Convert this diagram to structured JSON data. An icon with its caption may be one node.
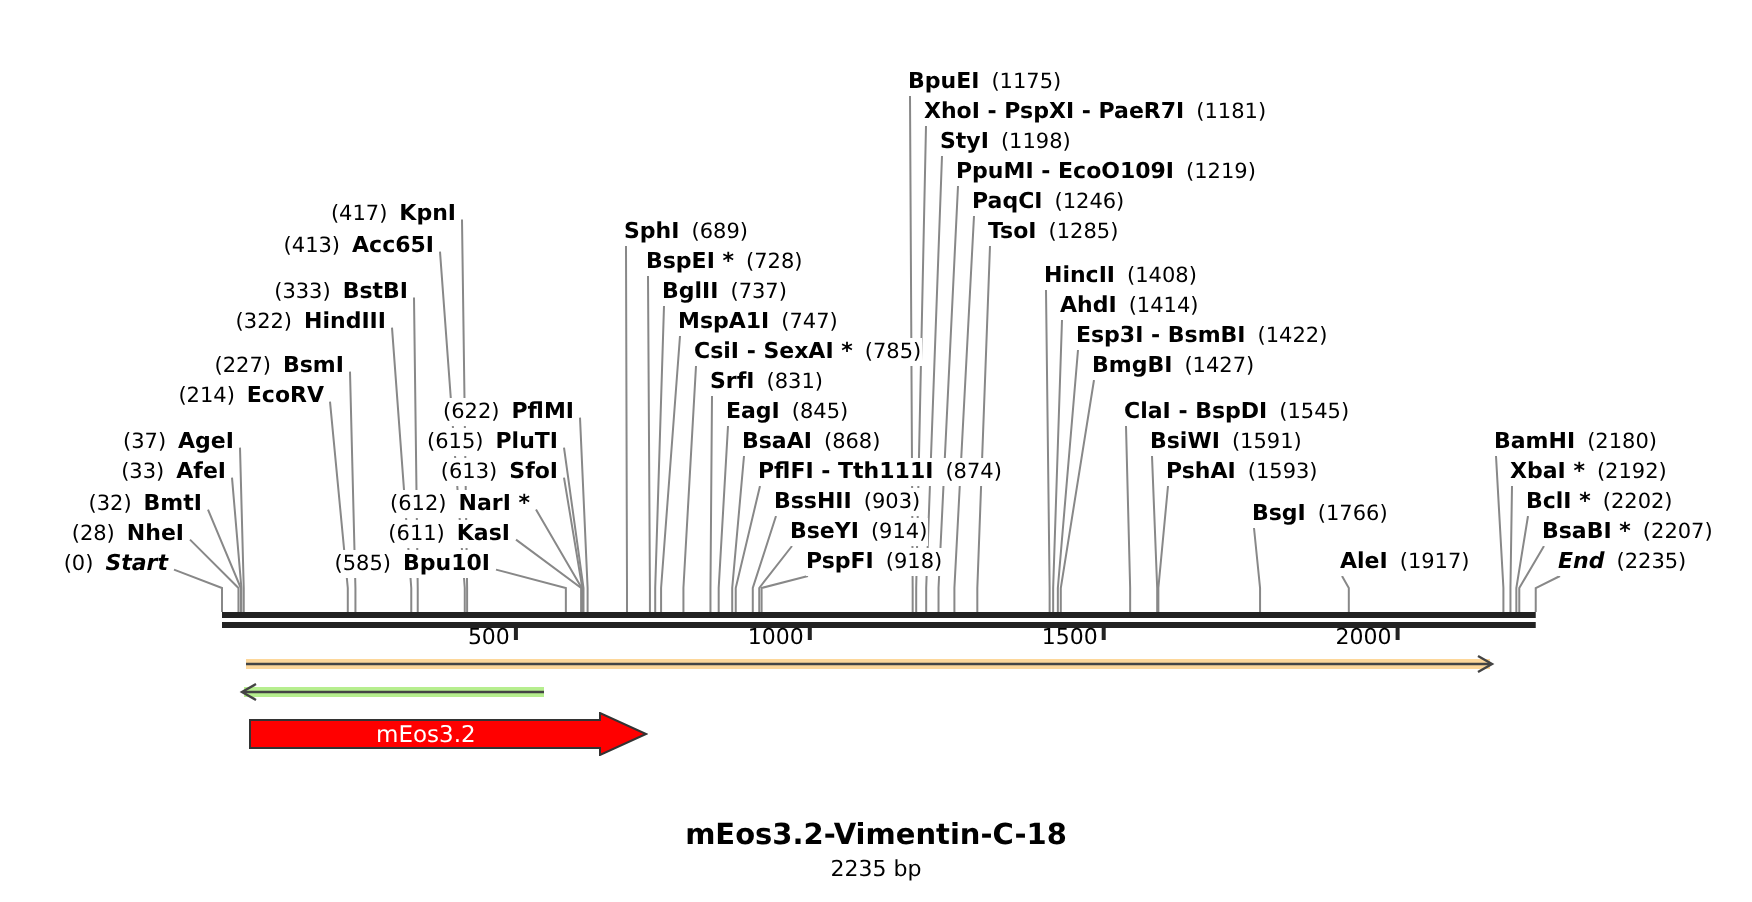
{
  "diagram": {
    "title": "mEos3.2-Vimentin-C-18",
    "caption": "2235 bp",
    "nodes": [
      {
        "text": [
          "(0)",
          "Start"
        ]
      },
      {
        "text": [
          "(28)",
          "NheI"
        ]
      },
      {
        "text": [
          "(32)",
          "BmtI"
        ]
      },
      {
        "text": [
          "(33)",
          "AfeI"
        ]
      },
      {
        "text": [
          "(37)",
          "AgeI"
        ]
      },
      {
        "text": [
          "(214)",
          "EcoRV"
        ]
      },
      {
        "text": [
          "(227)",
          "BsmI"
        ]
      },
      {
        "text": [
          "(322)",
          "HindIII"
        ]
      },
      {
        "text": [
          "(333)",
          "BstBI"
        ]
      },
      {
        "text": [
          "(413)",
          "Acc65I"
        ]
      },
      {
        "text": [
          "(417)",
          "KpnI"
        ]
      },
      {
        "text": [
          "(585)",
          "Bpu10I"
        ]
      },
      {
        "text": [
          "(611)",
          "KasI"
        ]
      },
      {
        "text": [
          "(612)",
          "NarI *"
        ]
      },
      {
        "text": [
          "(613)",
          "SfoI"
        ]
      },
      {
        "text": [
          "(615)",
          "PluTI"
        ]
      },
      {
        "text": [
          "(622)",
          "PflMI"
        ]
      },
      {
        "text": [
          "SphI",
          "(689)"
        ]
      },
      {
        "text": [
          "BspEI *",
          "(728)"
        ]
      },
      {
        "text": [
          "BglII",
          "(737)"
        ]
      },
      {
        "text": [
          "MspA1I",
          "(747)"
        ]
      },
      {
        "text": [
          "CsiI - SexAI *",
          "(785)"
        ]
      },
      {
        "text": [
          "SrfI",
          "(831)"
        ]
      },
      {
        "text": [
          "EagI",
          "(845)"
        ]
      },
      {
        "text": [
          "BsaAI",
          "(868)"
        ]
      },
      {
        "text": [
          "PflFI - Tth111I",
          "(874)"
        ]
      },
      {
        "text": [
          "BssHII",
          "(903)"
        ]
      },
      {
        "text": [
          "BseYI",
          "(914)"
        ]
      },
      {
        "text": [
          "PspFI",
          "(918)"
        ]
      },
      {
        "text": [
          "BpuEI",
          "(1175)"
        ]
      },
      {
        "text": [
          "XhoI - PspXI - PaeR7I",
          "(1181)"
        ]
      },
      {
        "text": [
          "StyI",
          "(1198)"
        ]
      },
      {
        "text": [
          "PpuMI - EcoO109I",
          "(1219)"
        ]
      },
      {
        "text": [
          "PaqCI",
          "(1246)"
        ]
      },
      {
        "text": [
          "TsoI",
          "(1285)"
        ]
      },
      {
        "text": [
          "HincII",
          "(1408)"
        ]
      },
      {
        "text": [
          "AhdI",
          "(1414)"
        ]
      },
      {
        "text": [
          "Esp3I - BsmBI",
          "(1422)"
        ]
      },
      {
        "text": [
          "BmgBI",
          "(1427)"
        ]
      },
      {
        "text": [
          "ClaI - BspDI",
          "(1545)"
        ]
      },
      {
        "text": [
          "BsiWI",
          "(1591)"
        ]
      },
      {
        "text": [
          "PshAI",
          "(1593)"
        ]
      },
      {
        "text": [
          "BsgI",
          "(1766)"
        ]
      },
      {
        "text": [
          "AleI",
          "(1917)"
        ]
      },
      {
        "text": [
          "BamHI",
          "(2180)"
        ]
      },
      {
        "text": [
          "XbaI *",
          "(2192)"
        ]
      },
      {
        "text": [
          "BclI *",
          "(2202)"
        ]
      },
      {
        "text": [
          "BsaBI *",
          "(2207)"
        ]
      },
      {
        "text": [
          "End",
          "(2235)"
        ]
      },
      {
        "text": [],
        "shape": "bar"
      },
      {
        "text": [],
        "shape": "arrow"
      },
      {
        "text": [],
        "shape": "arrow"
      },
      {
        "text": [
          "mEos3.2"
        ]
      }
    ],
    "edges": [
      {
        "from": 0,
        "to": 49,
        "arrow": "none"
      },
      {
        "from": 1,
        "to": 49,
        "arrow": "none"
      },
      {
        "from": 2,
        "to": 49,
        "arrow": "none"
      },
      {
        "from": 3,
        "to": 49,
        "arrow": "none"
      },
      {
        "from": 4,
        "to": 49,
        "arrow": "none"
      },
      {
        "from": 5,
        "to": 49,
        "arrow": "none"
      },
      {
        "from": 6,
        "to": 49,
        "arrow": "none"
      },
      {
        "from": 7,
        "to": 49,
        "arrow": "none"
      },
      {
        "from": 8,
        "to": 49,
        "arrow": "none"
      },
      {
        "from": 9,
        "to": 49,
        "arrow": "none"
      },
      {
        "from": 10,
        "to": 49,
        "arrow": "none"
      },
      {
        "from": 11,
        "to": 49,
        "arrow": "none"
      },
      {
        "from": 12,
        "to": 49,
        "arrow": "none"
      },
      {
        "from": 13,
        "to": 49,
        "arrow": "none"
      },
      {
        "from": 14,
        "to": 49,
        "arrow": "none"
      },
      {
        "from": 15,
        "to": 49,
        "arrow": "none"
      },
      {
        "from": 16,
        "to": 49,
        "arrow": "none"
      },
      {
        "from": 17,
        "to": 49,
        "arrow": "none"
      },
      {
        "from": 18,
        "to": 49,
        "arrow": "none"
      },
      {
        "from": 19,
        "to": 49,
        "arrow": "none"
      },
      {
        "from": 20,
        "to": 49,
        "arrow": "none"
      },
      {
        "from": 21,
        "to": 49,
        "arrow": "none"
      },
      {
        "from": 22,
        "to": 49,
        "arrow": "none"
      },
      {
        "from": 23,
        "to": 49,
        "arrow": "none"
      },
      {
        "from": 24,
        "to": 49,
        "arrow": "none"
      },
      {
        "from": 25,
        "to": 49,
        "arrow": "none"
      },
      {
        "from": 26,
        "to": 49,
        "arrow": "none"
      },
      {
        "from": 27,
        "to": 49,
        "arrow": "none"
      },
      {
        "from": 28,
        "to": 49,
        "arrow": "none"
      },
      {
        "from": 29,
        "to": 49,
        "arrow": "none"
      },
      {
        "from": 30,
        "to": 49,
        "arrow": "none"
      },
      {
        "from": 31,
        "to": 49,
        "arrow": "none"
      },
      {
        "from": 32,
        "to": 49,
        "arrow": "none"
      },
      {
        "from": 33,
        "to": 49,
        "arrow": "none"
      },
      {
        "from": 34,
        "to": 49,
        "arrow": "none"
      },
      {
        "from": 35,
        "to": 49,
        "arrow": "none"
      },
      {
        "from": 36,
        "to": 49,
        "arrow": "none"
      },
      {
        "from": 37,
        "to": 49,
        "arrow": "none"
      },
      {
        "from": 38,
        "to": 49,
        "arrow": "none"
      },
      {
        "from": 39,
        "to": 49,
        "arrow": "none"
      },
      {
        "from": 40,
        "to": 49,
        "arrow": "none"
      },
      {
        "from": 41,
        "to": 49,
        "arrow": "none"
      },
      {
        "from": 42,
        "to": 49,
        "arrow": "none"
      },
      {
        "from": 43,
        "to": 49,
        "arrow": "none"
      },
      {
        "from": 44,
        "to": 49,
        "arrow": "none"
      },
      {
        "from": 45,
        "to": 49,
        "arrow": "none"
      },
      {
        "from": 46,
        "to": 49,
        "arrow": "none"
      },
      {
        "from": 47,
        "to": 49,
        "arrow": "none"
      },
      {
        "from": 48,
        "to": 49,
        "arrow": "none"
      }
    ],
    "labels": [
      "500",
      "1000",
      "1500",
      "2000"
    ]
  }
}
